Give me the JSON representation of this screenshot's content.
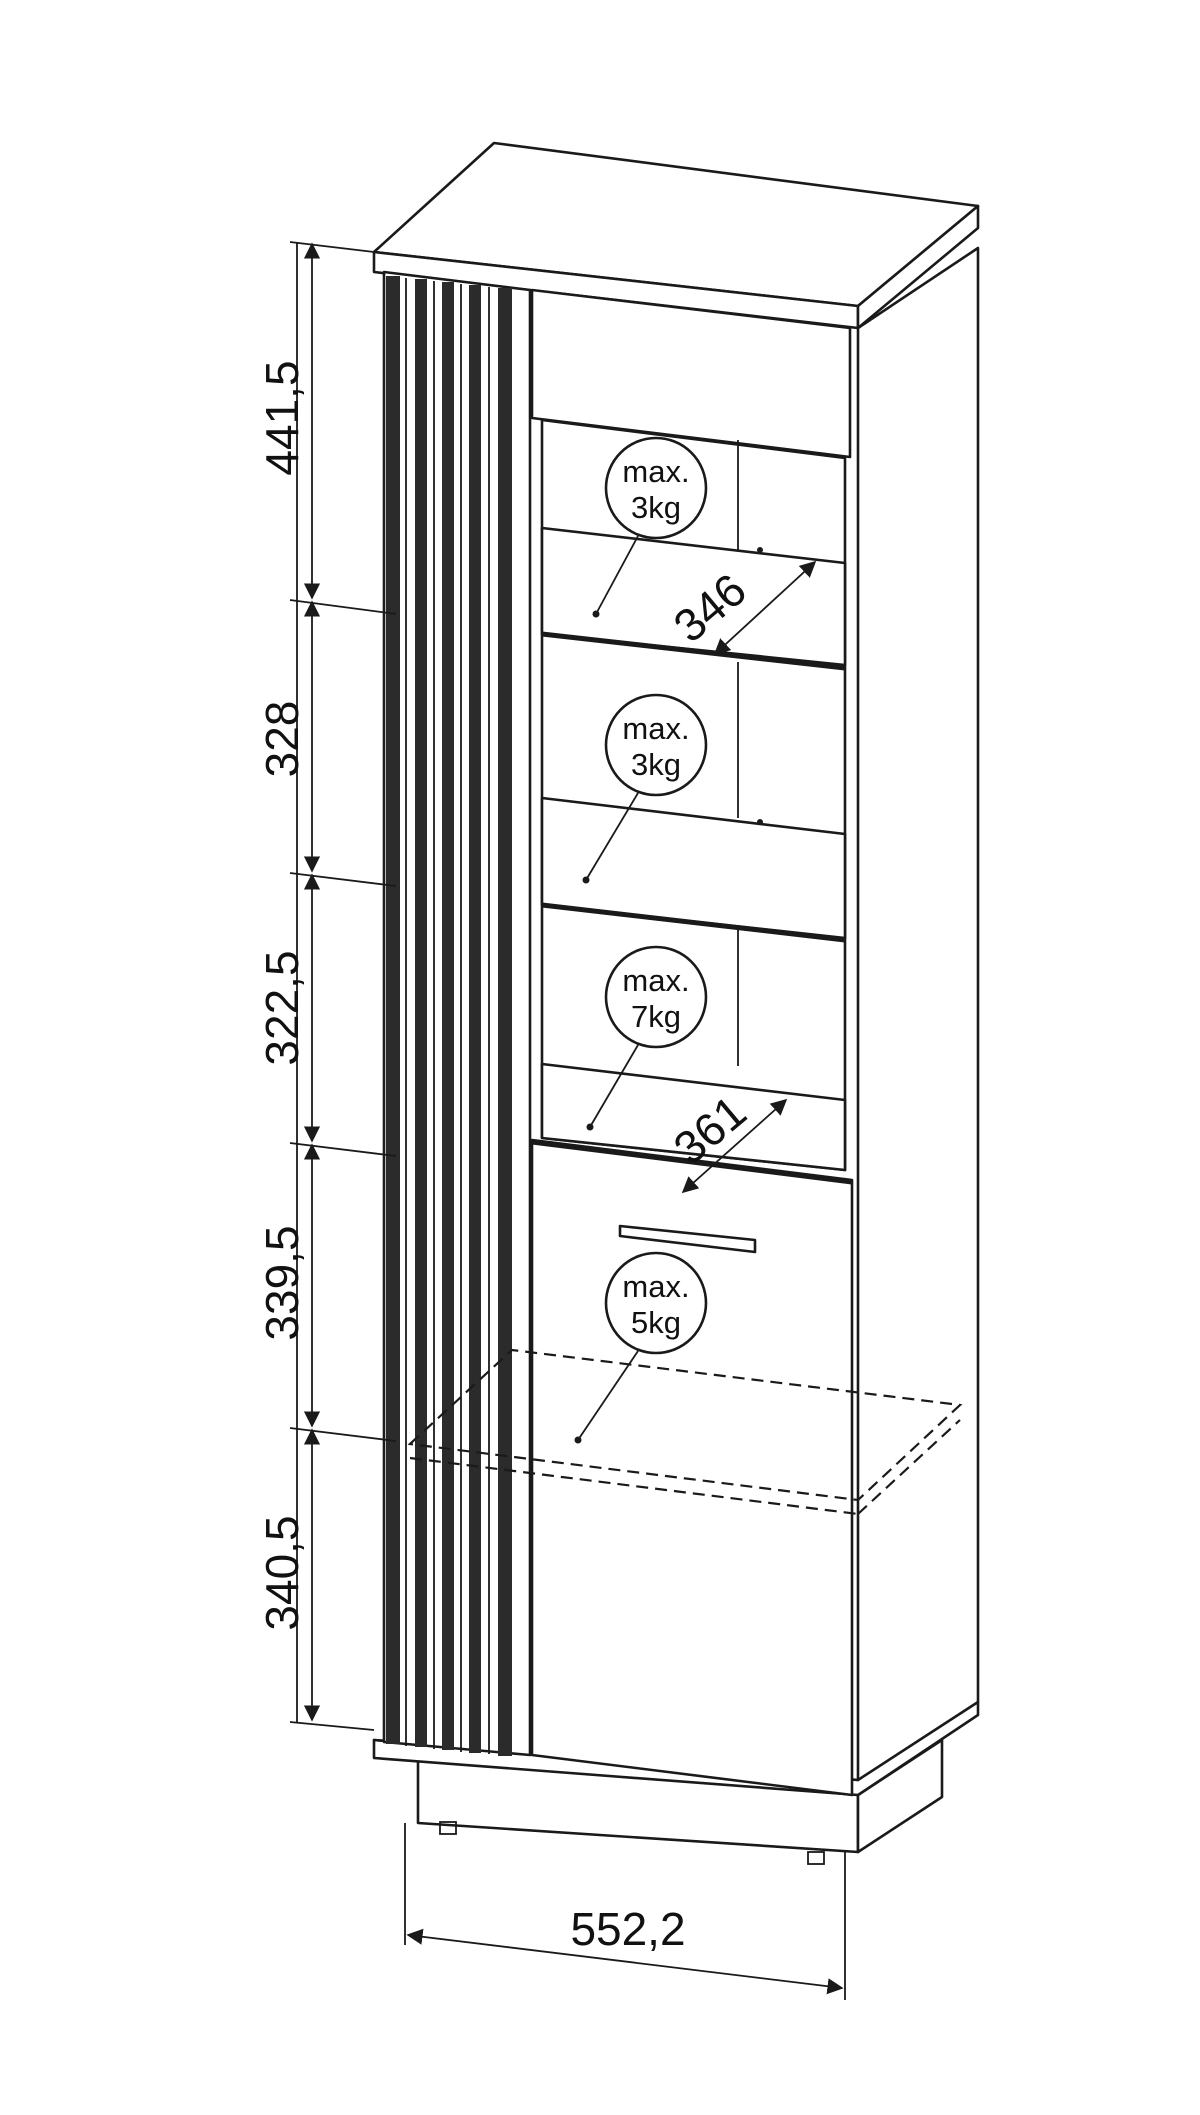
{
  "dimensions": {
    "heights": [
      "441,5",
      "328",
      "322,5",
      "339,5",
      "340,5"
    ],
    "shelf_depth_top": "346",
    "shelf_depth_lower": "361",
    "width": "552,2"
  },
  "load_badges": [
    {
      "line1": "max.",
      "line2": "3kg"
    },
    {
      "line1": "max.",
      "line2": "3kg"
    },
    {
      "line1": "max.",
      "line2": "7kg"
    },
    {
      "line1": "max.",
      "line2": "5kg"
    }
  ]
}
